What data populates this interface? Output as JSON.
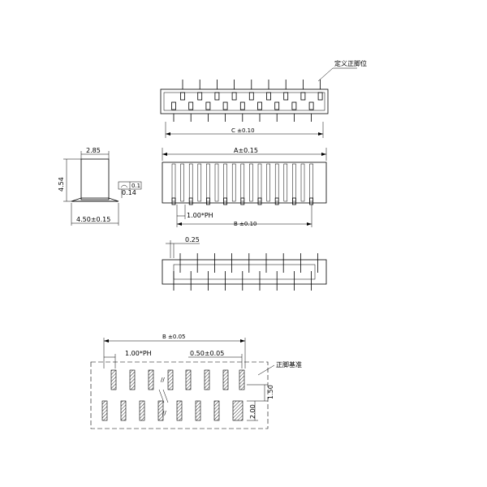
{
  "labels": {
    "top_view_c_dim": "C ±0.10",
    "first_pin_note": "定义正脚位",
    "front_a_dim": "A±0.15",
    "front_pitch": "1.00*PH",
    "front_b_dim": "B ±0.10",
    "side_width_top": "2.85",
    "side_height": "4.54",
    "side_width_bottom": "4.50±0.15",
    "side_flatness_symbol": "0.1",
    "side_014": "0.14",
    "bottom_025": "0.25",
    "pcb_b_dim": "B ±0.05",
    "pcb_pitch": "1.00*PH",
    "pcb_pad_width": "0.50±0.05",
    "pcb_ref_note": "正脚基准",
    "pcb_row_gap": "1.50",
    "pcb_pad_length": "2.00"
  },
  "colors": {
    "line": "#000000",
    "background": "#ffffff"
  }
}
